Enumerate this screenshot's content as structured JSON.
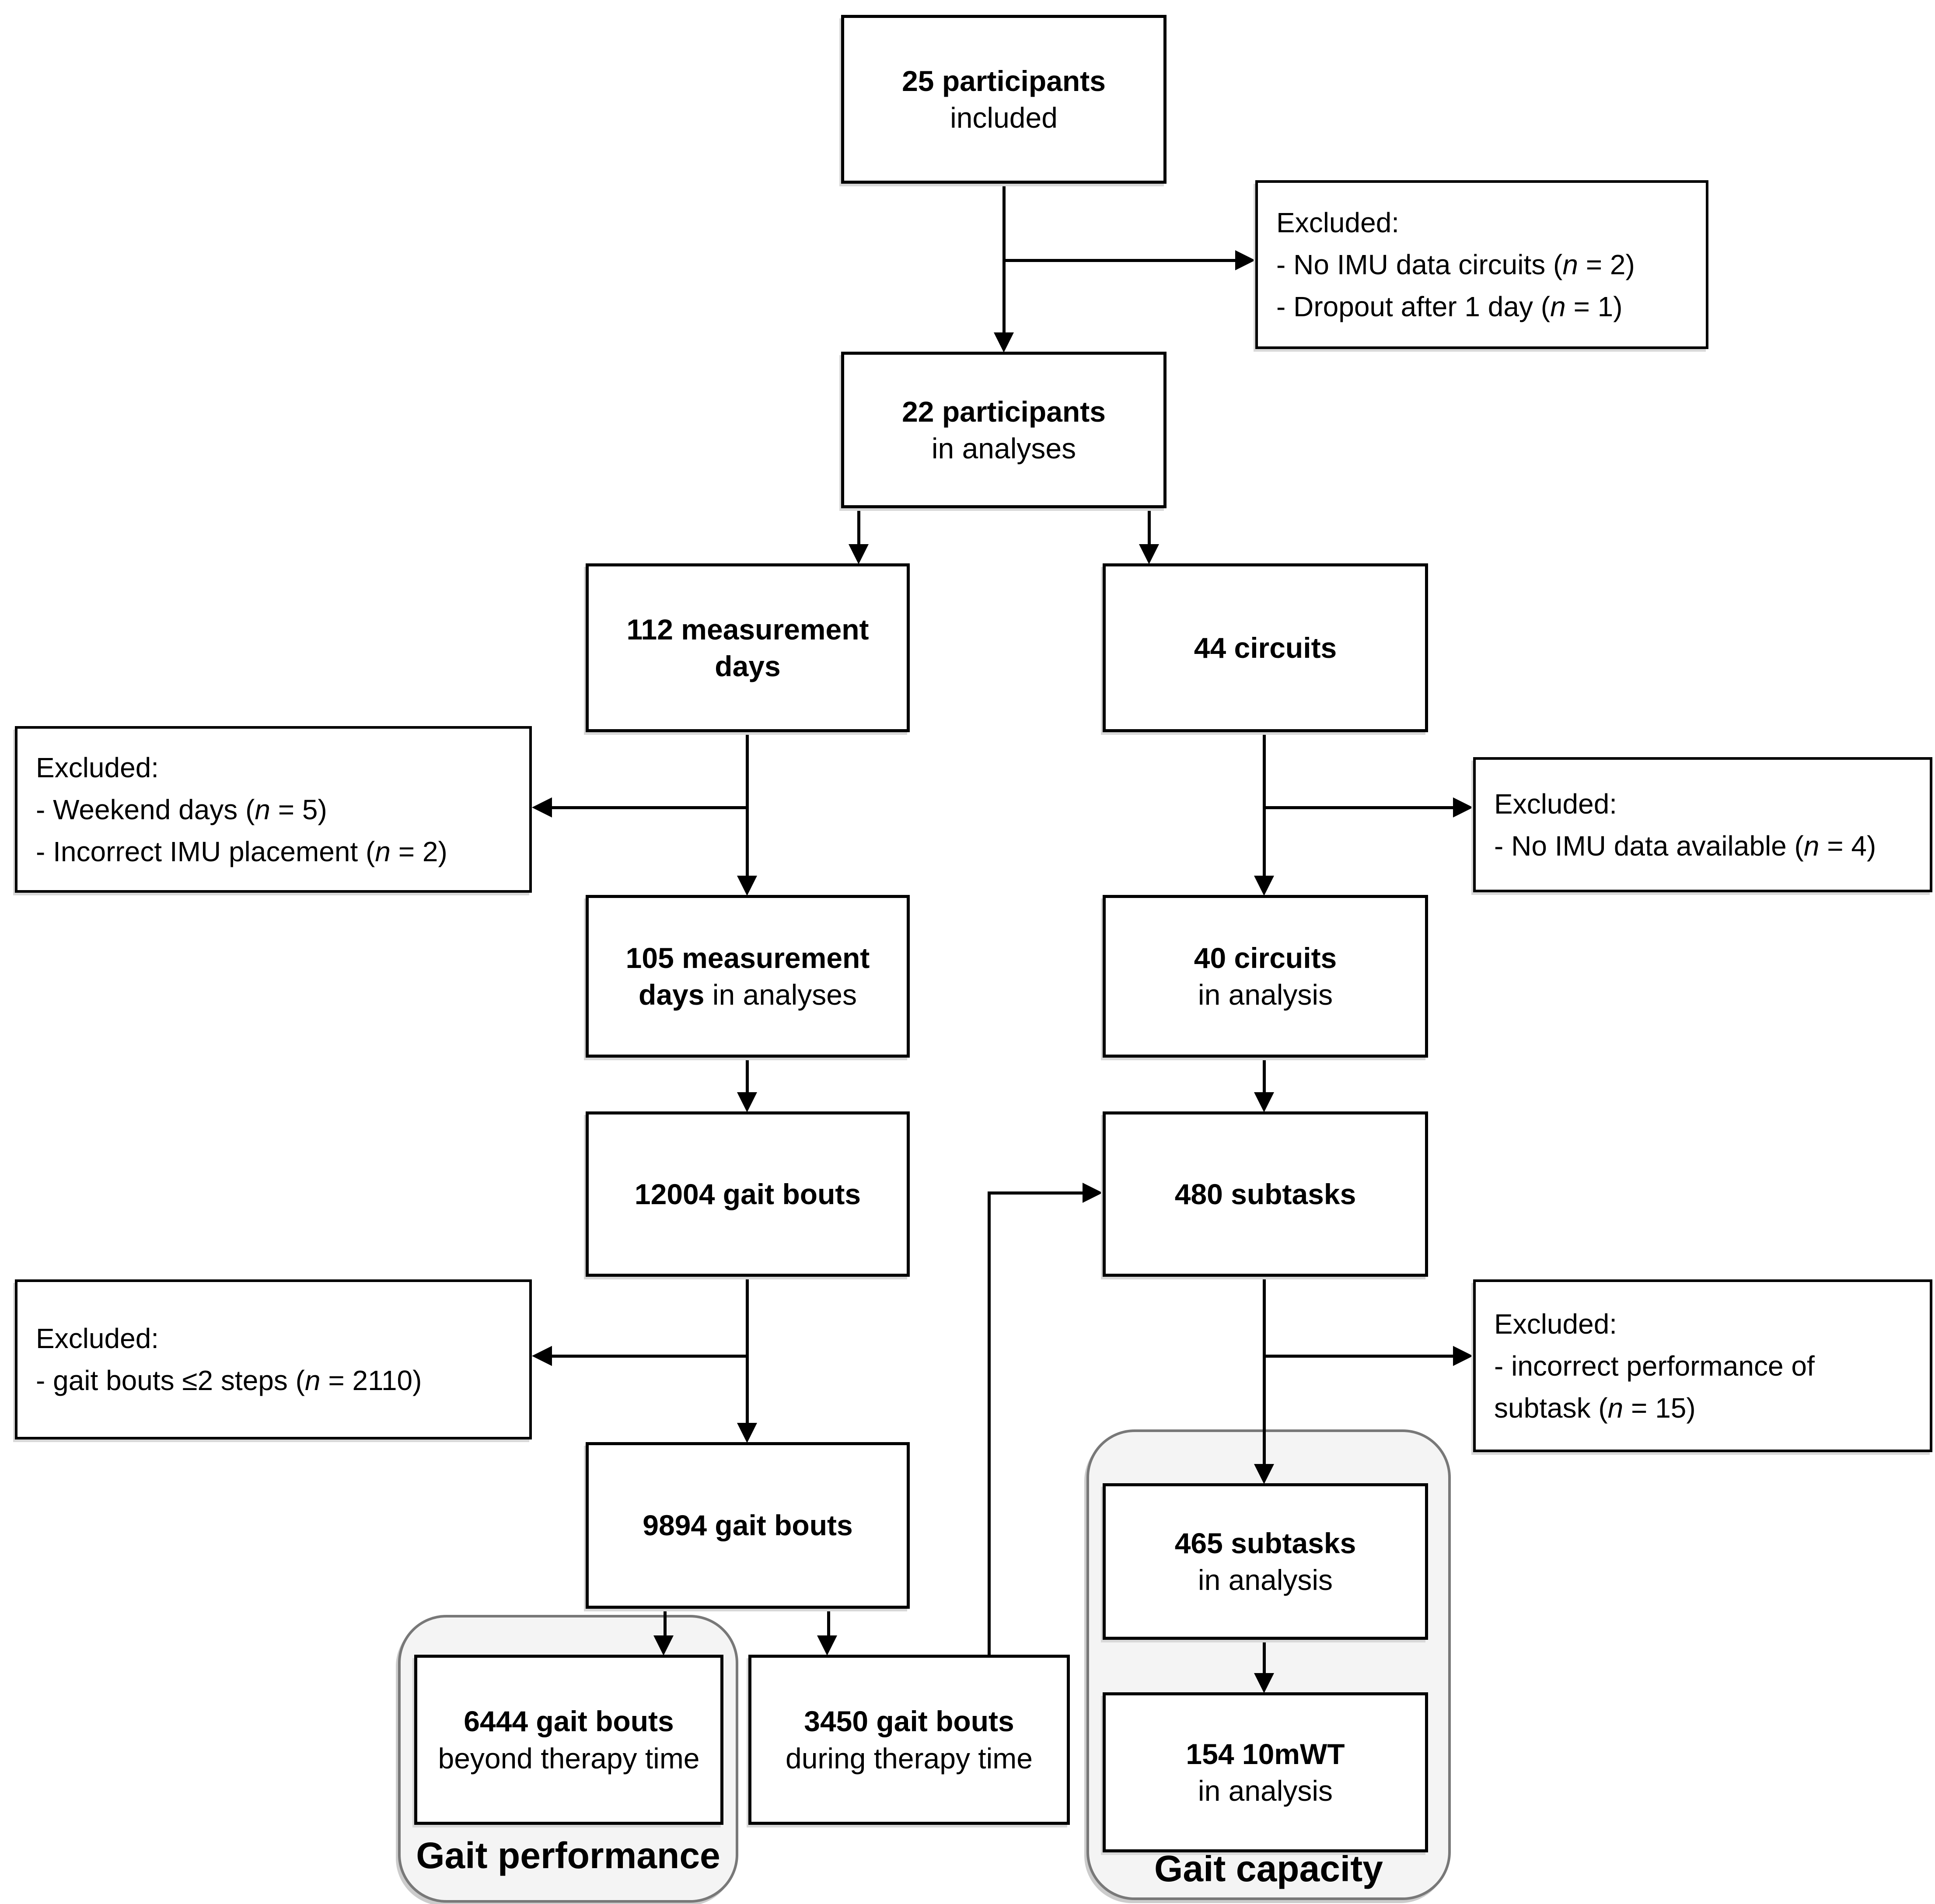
{
  "nodes": {
    "included": {
      "lines": [
        [
          {
            "t": "25 participants",
            "b": 1
          }
        ],
        [
          {
            "t": "included"
          }
        ]
      ]
    },
    "in_analyses": {
      "lines": [
        [
          {
            "t": "22 participants",
            "b": 1
          }
        ],
        [
          {
            "t": "in analyses"
          }
        ]
      ]
    },
    "measurement_days": {
      "lines": [
        [
          {
            "t": "112 measurement",
            "b": 1
          }
        ],
        [
          {
            "t": "days",
            "b": 1
          }
        ]
      ]
    },
    "circuits": {
      "lines": [
        [
          {
            "t": "44 circuits",
            "b": 1
          }
        ]
      ]
    },
    "measurement_days_in_analyses": {
      "lines": [
        [
          {
            "t": "105 measurement",
            "b": 1
          }
        ],
        [
          {
            "t": "days",
            "b": 1
          },
          {
            "t": " in analyses"
          }
        ]
      ]
    },
    "circuits_in_analysis": {
      "lines": [
        [
          {
            "t": "40 circuits",
            "b": 1
          }
        ],
        [
          {
            "t": "in analysis"
          }
        ]
      ]
    },
    "gait_bouts": {
      "lines": [
        [
          {
            "t": "12004 gait bouts",
            "b": 1
          }
        ]
      ]
    },
    "subtasks": {
      "lines": [
        [
          {
            "t": "480 subtasks",
            "b": 1
          }
        ]
      ]
    },
    "gait_bouts_included": {
      "lines": [
        [
          {
            "t": "9894 gait bouts",
            "b": 1
          }
        ]
      ]
    },
    "subtasks_in_analysis": {
      "lines": [
        [
          {
            "t": "465 subtasks",
            "b": 1
          }
        ],
        [
          {
            "t": "in analysis"
          }
        ]
      ]
    },
    "tenmwt_in_analysis": {
      "lines": [
        [
          {
            "t": "154 10mWT",
            "b": 1
          }
        ],
        [
          {
            "t": "in analysis"
          }
        ]
      ]
    },
    "bouts_beyond_therapy": {
      "lines": [
        [
          {
            "t": "6444 gait bouts",
            "b": 1
          }
        ],
        [
          {
            "t": "beyond therapy time"
          }
        ]
      ]
    },
    "bouts_during_therapy": {
      "lines": [
        [
          {
            "t": "3450 gait bouts",
            "b": 1
          }
        ],
        [
          {
            "t": "during therapy time"
          }
        ]
      ]
    }
  },
  "exclusions": {
    "participants": {
      "lines": [
        [
          {
            "t": "Excluded:"
          }
        ],
        [
          {
            "t": "- No IMU data circuits ("
          },
          {
            "t": "n",
            "i": 1
          },
          {
            "t": " = 2)"
          }
        ],
        [
          {
            "t": "- Dropout after 1 day ("
          },
          {
            "t": "n",
            "i": 1
          },
          {
            "t": " = 1)"
          }
        ]
      ]
    },
    "days": {
      "lines": [
        [
          {
            "t": "Excluded:"
          }
        ],
        [
          {
            "t": "- Weekend days ("
          },
          {
            "t": "n",
            "i": 1
          },
          {
            "t": " = 5)"
          }
        ],
        [
          {
            "t": "- Incorrect IMU placement ("
          },
          {
            "t": "n",
            "i": 1
          },
          {
            "t": " = 2)"
          }
        ]
      ]
    },
    "circuits": {
      "lines": [
        [
          {
            "t": "Excluded:"
          }
        ],
        [
          {
            "t": "- No IMU data available ("
          },
          {
            "t": "n",
            "i": 1
          },
          {
            "t": " = 4)"
          }
        ]
      ]
    },
    "bouts": {
      "lines": [
        [
          {
            "t": "Excluded:"
          }
        ],
        [
          {
            "t": "- gait bouts ≤2 steps ("
          },
          {
            "t": "n",
            "i": 1
          },
          {
            "t": " = 2110)"
          }
        ]
      ]
    },
    "subtasks": {
      "lines": [
        [
          {
            "t": "Excluded:"
          }
        ],
        [
          {
            "t": "- incorrect performance of"
          }
        ],
        [
          {
            "t": "subtask ("
          },
          {
            "t": "n",
            "i": 1
          },
          {
            "t": " = 15)"
          }
        ]
      ]
    }
  },
  "groups": {
    "performance_label": "Gait performance",
    "capacity_label": "Gait capacity"
  },
  "colors": {
    "background": "#ffffff",
    "box_fill": "#ffffff",
    "box_border": "#000000",
    "group_fill": "#f4f4f4",
    "group_border": "#787878",
    "line": "#000000",
    "text": "#000000"
  }
}
